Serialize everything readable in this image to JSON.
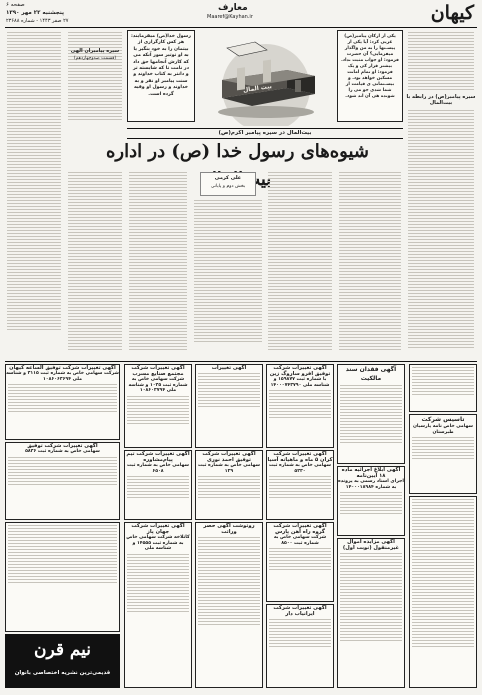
{
  "masthead": {
    "logo": "کیهان",
    "section": "معارف",
    "website": "Maaref@Kayhan.ir",
    "page_number": "صفحه ۶",
    "date_line": "پنجشنبه ۲۲ مهر ۱۳۹۰",
    "issue_line": "۲۷ صفر ۱۴۴۳ - شماره ۲۳۶۸۸"
  },
  "feature": {
    "kicker": "بیت‌المال در سیره پیامبر اکرم(ص)",
    "headline": "شیوه‌های رسول خدا (ص) در اداره بیت‌المال",
    "author": "علی کرمی",
    "part": "بخش دوم و پایانی",
    "chest_label": "بیت المال",
    "quote_right": "یکی از ارکان پیامبر(ص) عربی کرد: آیا یکی از پیسـتها را به من واگذار میفرمایی؟ آن حضرت فرمود: او جواب مثبت نداد. بیشتر قرار کی و یک فرمود: او تمام امانت مسکین خواهد بود. و بیسـتمانی ی قیامت از شما شدی جو می را شونده هی آن اند شود.",
    "quote_left": "رسول خدا(ص) میفرمایند: هر کس کارگزاری از بیتمان را به خود بنگیر یا به او توتیر سور آنکه می که کارش آنجامها حق داد در نامت تا که شایسته تر و دانتر به کتاب خداوند و سنت پیامبر او نفر و به خداوند و رسول او وفیه گرده است."
  },
  "left_column": {
    "title": "سیره پیامبران الهی",
    "subtitle": "(قسمت صدوچهاردهم)"
  },
  "right_column": {
    "title": "سیره پیامبر(ص) در رابطه با بیت‌المال"
  },
  "notices": [
    {
      "title": "آگهی فقدان سند مالکیت",
      "sub": ""
    },
    {
      "title": "آگهی تغییرات شرکت توفیق افرو ساروگ زین",
      "sub": "با شماره ثبت ۱۵۹۸۷۷ و شناسه ملی ۱۴۰۰۰۷۴۳۷۹۰"
    },
    {
      "title": "آگهی تغییرات شرکت مجتمع صنایع مسرب",
      "sub": "شرکت سهامی خاص به شماره ثبت ۱۰۳۵ و شناسه ملی ۱۰۸۶۰۳۷۹۴"
    },
    {
      "title": "آگهی تغییرات شرکت توفیق الساعه کیهان",
      "sub": "شرکت سهامی خاص به شماره ثبت ۳۱۱۵ و شناسه ملی ۱۰۸۶۰۶۳۶۹۴"
    },
    {
      "title": "آگهی تغییرات",
      "sub": ""
    },
    {
      "title": "تاسیس شرکت",
      "sub": "سهامی خاص نامه پارسیان طبرستان"
    },
    {
      "title": "آگهی ابلاغ اجرائیه ماده ۱۸ آیین‌نامه",
      "sub": "اجرای اسناد رسمی به پرونده به شماره ۱۴۰۰۰۱۸۹۸۴"
    },
    {
      "title": "آگهی تغییرات شرکت کران ۵ ماه و ماهیانه آسیا",
      "sub": "سهامی خاص به شماره ثبت ۵۲۳۰"
    },
    {
      "title": "آگهی تغییرات شرکت توفیق احمد نوری",
      "sub": "سهامی خاص به شماره ثبت ۱۲۹"
    },
    {
      "title": "آگهی تغییرات شرکت تیم پیام‌مشاوره",
      "sub": "سهامی خاص به شماره ثبت ۶۵۰۸"
    },
    {
      "title": "آگهی تغییرات شرکت توفیق",
      "sub": "سهامی خاص به شماره ثبت ۵۸۳۶"
    },
    {
      "title": "روتوشت آگهی حصر وراثت",
      "sub": ""
    },
    {
      "title": "آگهی تغییرات شرکت گروه راه آهن پارس",
      "sub": "شرکت سهامی خاص به شماره ثبت ۸۵۰۰"
    },
    {
      "title": "آگهی تغییرات شرکت جهان پاز",
      "sub": "کاتلاخه شرکت سهامی خاص به شماره ثبت ۱۴۵۵۵ و شناسه ملی"
    },
    {
      "title": "آگهی مزایده اموال غیرمنقول (نوبت اول)",
      "sub": ""
    },
    {
      "title": "آگهی تغییرات شرکت ایرانیاب دار",
      "sub": ""
    }
  ],
  "banner": {
    "text": "نیم قرن",
    "tagline": "قدیمی‌ترین نشریه اختصاصی بانوان"
  },
  "colors": {
    "ink": "#111111",
    "paper": "#f4f3ef",
    "banner": "#111111"
  }
}
